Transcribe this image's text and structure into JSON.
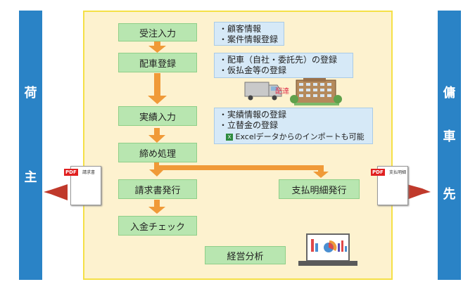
{
  "left_party": {
    "chars": [
      "荷",
      "主"
    ]
  },
  "right_party": {
    "chars": [
      "傭",
      "車",
      "先"
    ]
  },
  "steps": {
    "order_entry": "受注入力",
    "dispatch": "配車登録",
    "results": "実績入力",
    "closing": "締め処理",
    "invoice": "請求書発行",
    "payment_statement": "支払明細発行",
    "payment_check": "入金チェック",
    "analysis": "経営分析"
  },
  "notes": {
    "order": [
      "・顧客情報",
      "・案件情報登録"
    ],
    "dispatch": [
      "・配車（自社・委託先）の登録",
      "・仮払金等の登録"
    ],
    "results": [
      "・実績情報の登録",
      "・立替金の登録"
    ],
    "excel": "Excelデータからのインポートも可能"
  },
  "delivery_label": "配達",
  "docs": {
    "invoice": {
      "tag": "PDF",
      "title": "請求書"
    },
    "statement": {
      "tag": "PDF",
      "title": "支払明細"
    }
  },
  "colors": {
    "accent_blue": "#2a83c6",
    "arrow_orange": "#f09a38",
    "step_green": "#b8e6b0",
    "note_blue": "#d6e9f7",
    "panel_yellow": "#fdf2cf",
    "export_red": "#c0392b"
  }
}
